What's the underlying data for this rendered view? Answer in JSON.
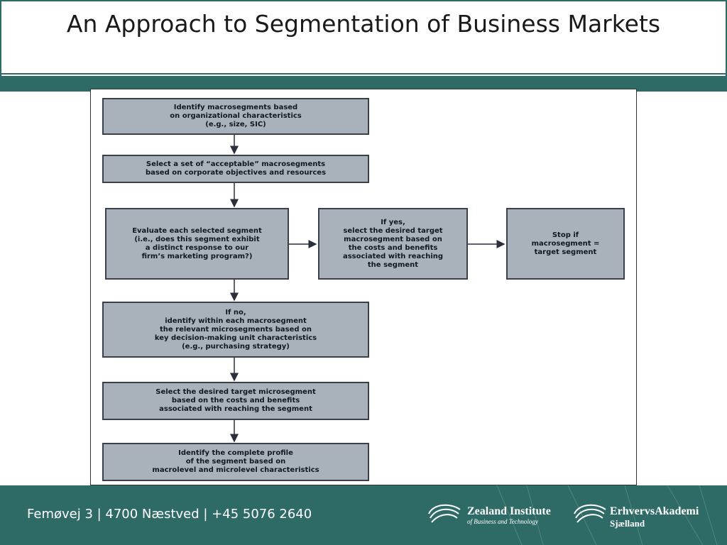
{
  "slide": {
    "title": "An Approach to Segmentation of Business Markets"
  },
  "diagram": {
    "steps": {
      "macro": "Identify macrosegments based\non organizational characteristics\n(e.g., size, SIC)",
      "acceptable": "Select a set of “acceptable” macrosegments\nbased on corporate objectives and resources",
      "evaluate": "Evaluate each selected segment\n(i.e., does this segment exhibit\na distinct response to our\nfirm’s marketing program?)",
      "if_yes": "If yes,\nselect the desired target\nmacrosegment based on\nthe costs and benefits\nassociated with reaching\nthe segment",
      "stop": "Stop if\nmacrosegment =\ntarget segment",
      "if_no": "If no,\nidentify within each macrosegment\nthe relevant microsegments based on\nkey decision-making unit characteristics\n(e.g., purchasing strategy)",
      "select_micro": "Select the desired target microsegment\nbased on the costs and benefits\nassociated with reaching the segment",
      "profile": "Identify the complete profile\nof the segment based on\nmacrolevel and microlevel characteristics"
    }
  },
  "footer": {
    "address": "Femøvej 3 | 4700 Næstved | +45 5076 2640",
    "logo1_name": "Zealand Institute",
    "logo1_sub": "of Business and Technology",
    "logo2_name": "ErhvervsAkademi",
    "logo2_sub": "Sjælland"
  },
  "colors": {
    "accent": "#2f6b66",
    "box_fill": "#a9b1bb"
  }
}
